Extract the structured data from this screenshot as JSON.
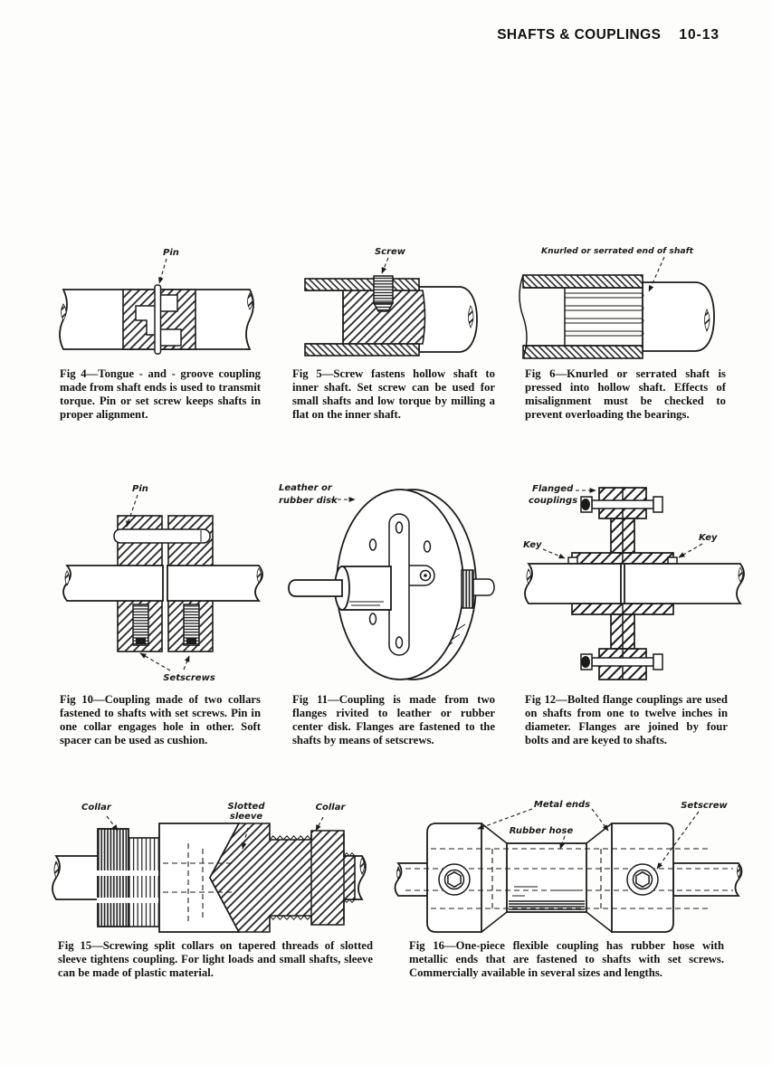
{
  "header": {
    "title": "SHAFTS & COUPLINGS",
    "page_number": "10-13"
  },
  "figures": {
    "fig4": {
      "caption": "Fig 4—Tongue - and - groove coupling made from shaft ends is used to transmit torque. Pin or set screw keeps shafts in proper alignment.",
      "labels": {
        "pin": "Pin"
      }
    },
    "fig5": {
      "caption": "Fig 5—Screw fastens hollow shaft to inner shaft. Set screw can be used for small shafts and low torque by milling a flat on the inner shaft.",
      "labels": {
        "screw": "Screw"
      }
    },
    "fig6": {
      "caption": "Fig 6—Knurled or serrated shaft is pressed into hollow shaft. Effects of misalignment must be checked to prevent overloading the bearings.",
      "labels": {
        "knurled": "Knurled or serrated end of shaft"
      }
    },
    "fig10": {
      "caption": "Fig 10—Coupling made of two collars fastened to shafts with set screws. Pin in one collar engages hole in other. Soft spacer can be used as cushion.",
      "labels": {
        "pin": "Pin",
        "setscrews": "Setscrews"
      }
    },
    "fig11": {
      "caption": "Fig 11—Coupling is made from two flanges rivited to leather or rubber center disk. Flanges are fastened to the shafts by means of setscrews.",
      "labels": {
        "disk_line1": "Leather or",
        "disk_line2": "rubber disk"
      }
    },
    "fig12": {
      "caption": "Fig 12—Bolted flange couplings are used on shafts from one to twelve inches in diameter. Flanges are joined by four bolts and are keyed to shafts.",
      "labels": {
        "flanged_line1": "Flanged",
        "flanged_line2": "couplings",
        "key_left": "Key",
        "key_right": "Key"
      }
    },
    "fig15": {
      "caption": "Fig 15—Screwing split collars on tapered threads of slotted sleeve tightens coupling. For light loads and small shafts, sleeve can be made of plastic material.",
      "labels": {
        "collar_left": "Collar",
        "sleeve_line1": "Slotted",
        "sleeve_line2": "sleeve",
        "collar_right": "Collar"
      }
    },
    "fig16": {
      "caption": "Fig 16—One-piece flexible coupling has rubber hose with metallic ends that are fastened to shafts with set screws. Commercially available in several sizes and lengths.",
      "labels": {
        "metal_ends": "Metal ends",
        "rubber_hose": "Rubber hose",
        "setscrew": "Setscrew"
      }
    }
  }
}
